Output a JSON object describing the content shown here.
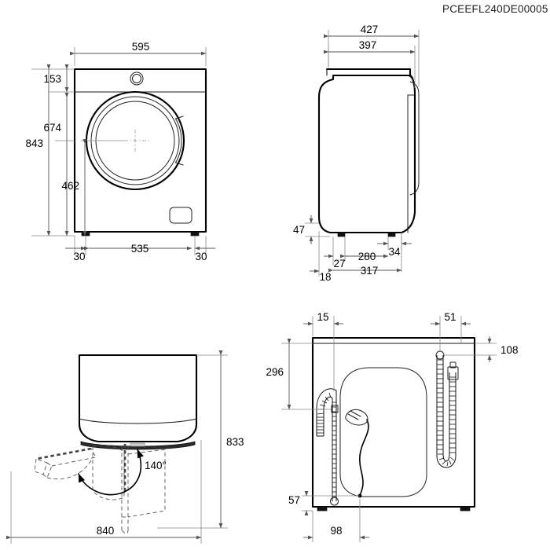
{
  "document": {
    "code": "PCEEFL240DE00005",
    "type": "technical-dimension-drawing",
    "product": "front-load washing machine",
    "units": "mm"
  },
  "views": {
    "front": {
      "name": "front-view",
      "dimensions": {
        "overall_width": "595",
        "overall_height": "843",
        "panel_to_top": "153",
        "door_center_height": "674",
        "door_lower_height": "462",
        "foot_span": "535",
        "foot_inset_left": "30",
        "foot_inset_right": "30"
      }
    },
    "side": {
      "name": "side-view",
      "dimensions": {
        "overall_depth": "427",
        "body_depth": "397",
        "base_clearance": "47",
        "front_foot_offset": "27",
        "foot_to_foot": "280",
        "rear_foot_width": "34",
        "front_edge_offset": "18",
        "foot_span_depth": "317"
      }
    },
    "door_swing": {
      "name": "door-swing-top-view",
      "dimensions": {
        "depth_with_open_door": "833",
        "open_angle": "140°",
        "total_width_with_door": "840"
      }
    },
    "rear": {
      "name": "rear-view",
      "dimensions": {
        "drain_hose_offset": "15",
        "inlet_hose_offset": "51",
        "inlet_hose_top": "108",
        "drain_hose_height": "296",
        "cord_exit_height": "57",
        "cord_exit_offset": "98"
      }
    }
  },
  "colors": {
    "outline": "#000000",
    "dimension": "#555555",
    "extension": "#888888",
    "background": "#ffffff"
  }
}
